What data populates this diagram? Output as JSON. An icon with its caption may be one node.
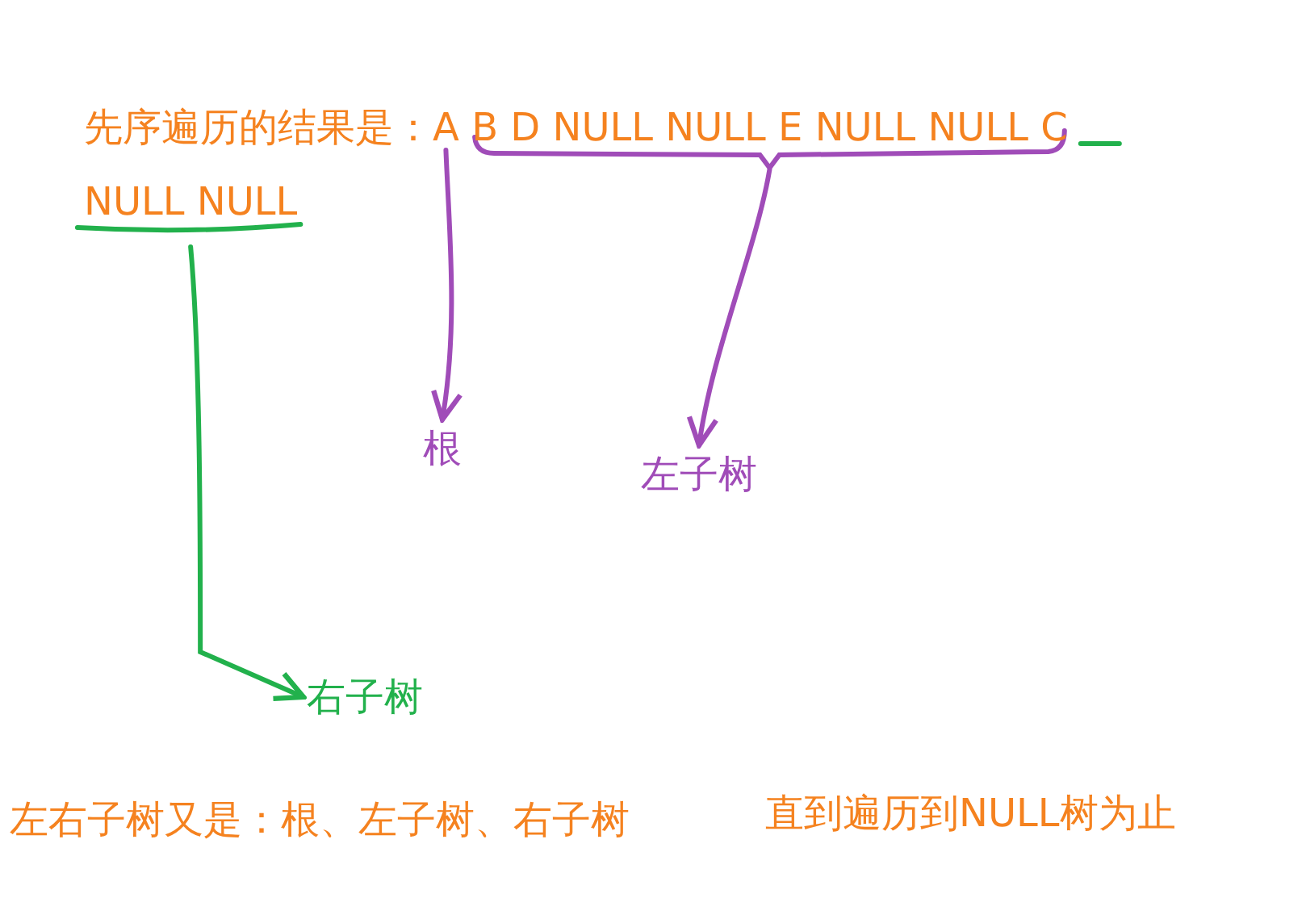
{
  "diagram": {
    "nodes": [
      {
        "text": [
          "A"
        ]
      },
      {
        "text": [
          "B D NULL NULL E NULL NULL"
        ]
      },
      {
        "text": [
          "C NULL NULL"
        ]
      },
      {
        "text": [
          "根"
        ]
      },
      {
        "text": [
          "左子树"
        ]
      },
      {
        "text": [
          "右子树"
        ]
      }
    ],
    "edges": [
      {
        "from": 0,
        "to": 3,
        "arrow": "to",
        "color": "#a04cb8"
      },
      {
        "from": 1,
        "to": 4,
        "arrow": "to",
        "color": "#a04cb8"
      },
      {
        "from": 2,
        "to": 5,
        "arrow": "to",
        "color": "#22b14c"
      }
    ],
    "labels": [
      "先序遍历的结果是：",
      "左右子树又是：根、左子树、右子树",
      "直到遍历到NULL树为止"
    ]
  }
}
